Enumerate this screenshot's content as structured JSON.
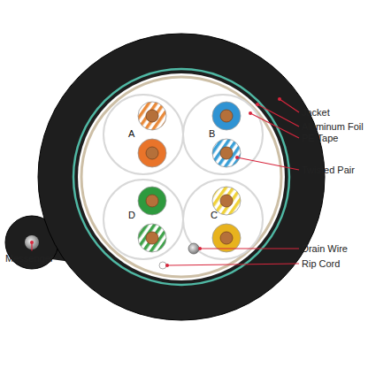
{
  "diagram": {
    "labels": [
      "Jacket",
      "Aluminum Foil",
      "PE Tape",
      "Twisted Pair",
      "Drain Wire",
      "Rip Cord",
      "Messenger",
      "A",
      "B",
      "D",
      "C"
    ]
  }
}
